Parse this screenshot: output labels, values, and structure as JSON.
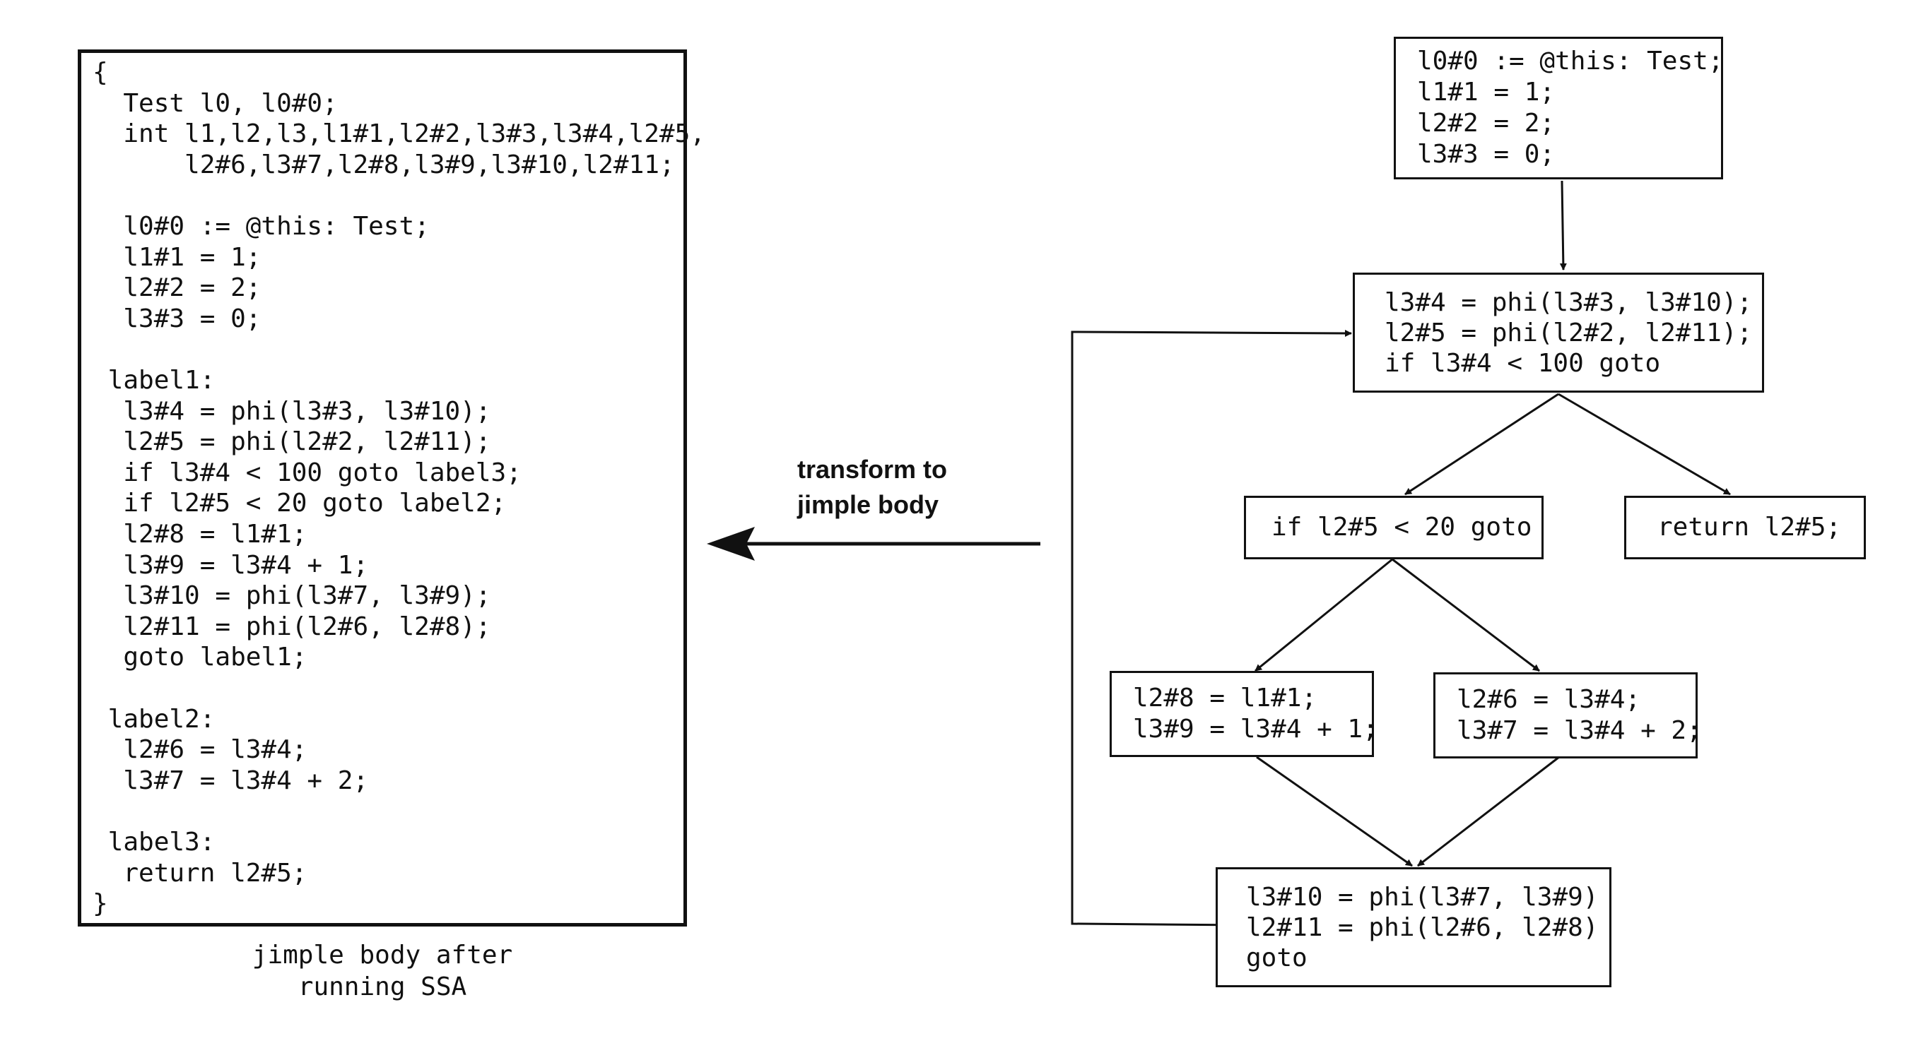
{
  "code_listing": {
    "lines": [
      "{",
      "  Test l0, l0#0;",
      "  int l1,l2,l3,l1#1,l2#2,l3#3,l3#4,l2#5,",
      "      l2#6,l3#7,l2#8,l3#9,l3#10,l2#11;",
      "",
      "  l0#0 := @this: Test;",
      "  l1#1 = 1;",
      "  l2#2 = 2;",
      "  l3#3 = 0;",
      "",
      " label1:",
      "  l3#4 = phi(l3#3, l3#10);",
      "  l2#5 = phi(l2#2, l2#11);",
      "  if l3#4 < 100 goto label3;",
      "  if l2#5 < 20 goto label2;",
      "  l2#8 = l1#1;",
      "  l3#9 = l3#4 + 1;",
      "  l3#10 = phi(l3#7, l3#9);",
      "  l2#11 = phi(l2#6, l2#8);",
      "  goto label1;",
      "",
      " label2:",
      "  l2#6 = l3#4;",
      "  l3#7 = l3#4 + 2;",
      "",
      " label3:",
      "  return l2#5;",
      "}"
    ],
    "caption": [
      "jimple body after",
      "running SSA"
    ]
  },
  "transform_label": [
    "transform to",
    "jimple body"
  ],
  "cfg": {
    "nodes": [
      {
        "id": "entry",
        "lines": [
          "l0#0 := @this: Test;",
          "l1#1 = 1;",
          "l2#2 = 2;",
          "l3#3 = 0;"
        ]
      },
      {
        "id": "loop-header",
        "lines": [
          "l3#4 = phi(l3#3, l3#10);",
          "l2#5 = phi(l2#2, l2#11);",
          "if l3#4 < 100 goto"
        ]
      },
      {
        "id": "cond",
        "lines": [
          "if l2#5 < 20 goto"
        ]
      },
      {
        "id": "return",
        "lines": [
          "return l2#5;"
        ]
      },
      {
        "id": "branch-left",
        "lines": [
          "l2#8 = l1#1;",
          "l3#9 = l3#4 + 1;"
        ]
      },
      {
        "id": "branch-right",
        "lines": [
          "l2#6 = l3#4;",
          "l3#7 = l3#4 + 2;"
        ]
      },
      {
        "id": "merge",
        "lines": [
          "l3#10 = phi(l3#7, l3#9)",
          "l2#11 = phi(l2#6, l2#8)",
          "goto"
        ]
      }
    ]
  }
}
